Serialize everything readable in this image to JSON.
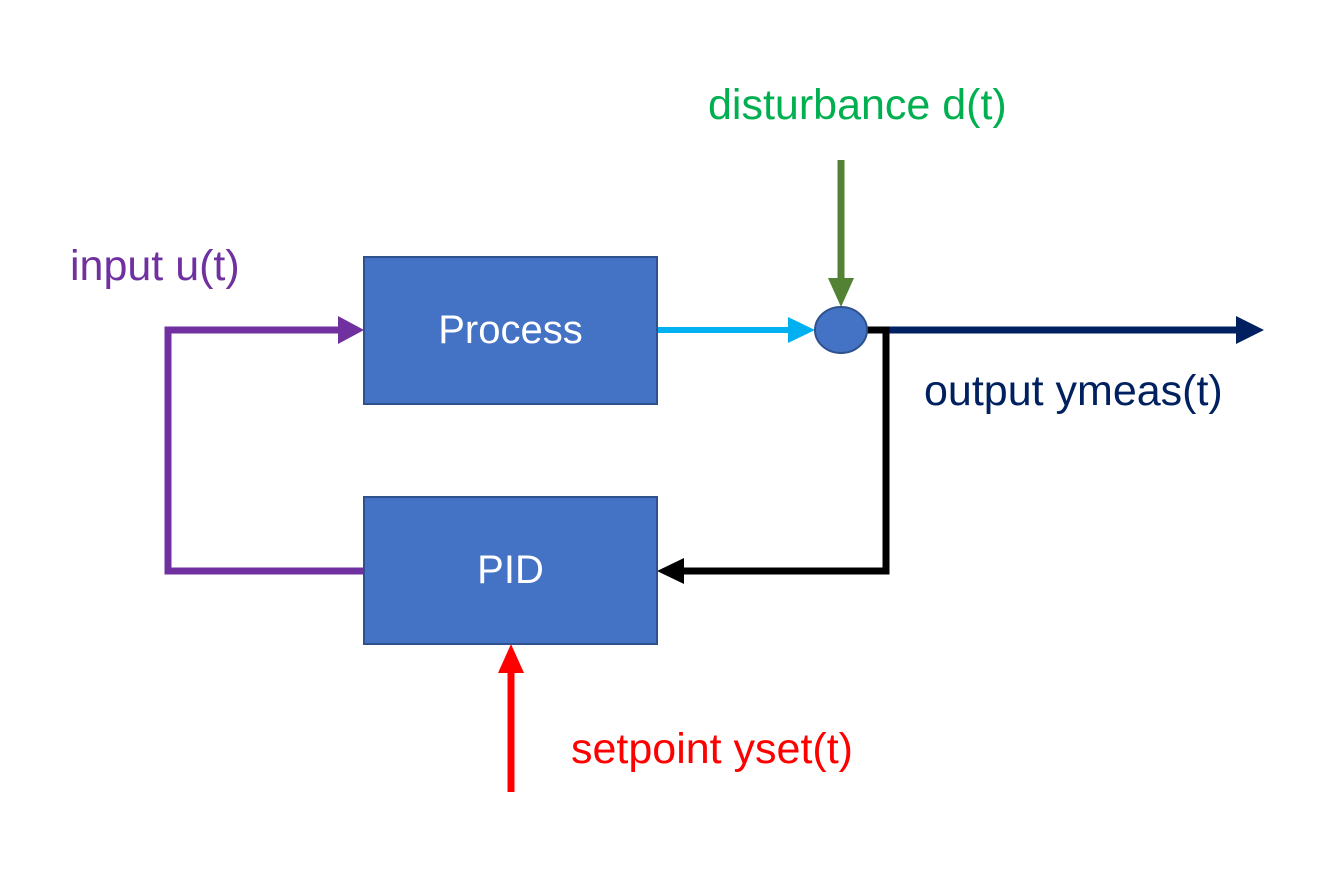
{
  "blocks": {
    "process": "Process",
    "pid": "PID"
  },
  "labels": {
    "disturbance": "disturbance d(t)",
    "input": "input u(t)",
    "output": "output ymeas(t)",
    "setpoint": "setpoint yset(t)"
  },
  "colors": {
    "block_fill": "#4472c4",
    "block_border": "#2f528f",
    "disturbance": "#00b050",
    "disturbance_arrow": "#548235",
    "input": "#7030a0",
    "output": "#002060",
    "setpoint": "#ff0000",
    "process_output": "#00b0f0",
    "feedback": "#000000"
  }
}
